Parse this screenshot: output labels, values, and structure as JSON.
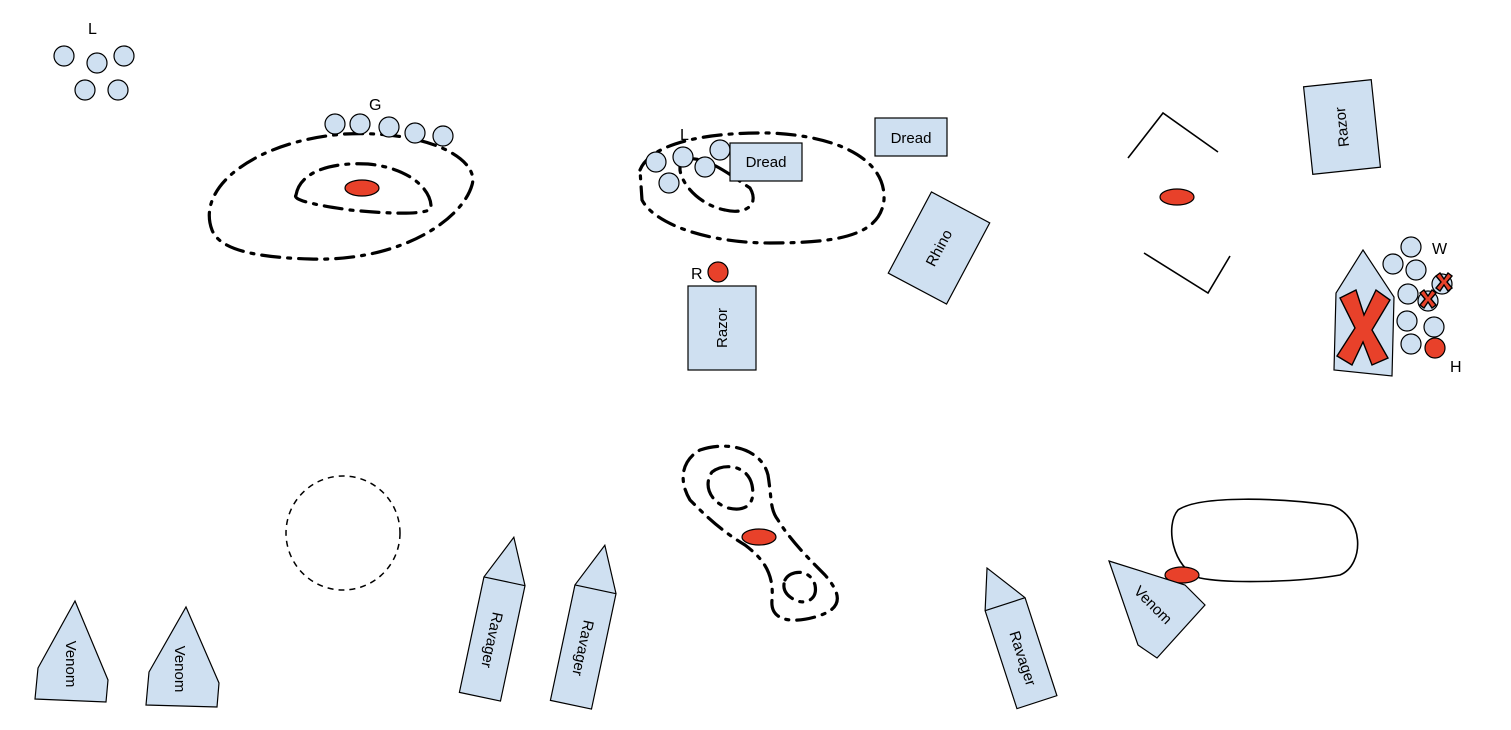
{
  "units": {
    "l_squad_label": "L",
    "g_squad_label": "G",
    "l_squad2_label": "L",
    "r_label": "R",
    "w_label": "W",
    "h_label": "H",
    "dread_1": "Dread",
    "dread_2": "Dread",
    "rhino": "Rhino",
    "razor_1": "Razor",
    "razor_2": "Razor",
    "ravager_1": "Ravager",
    "ravager_2": "Ravager",
    "ravager_3": "Ravager",
    "venom_1": "Venom",
    "venom_2": "Venom",
    "venom_3": "Venom"
  },
  "colors": {
    "unit_fill": "#cfe0f1",
    "objective": "#e8412a",
    "outline": "#000000"
  }
}
